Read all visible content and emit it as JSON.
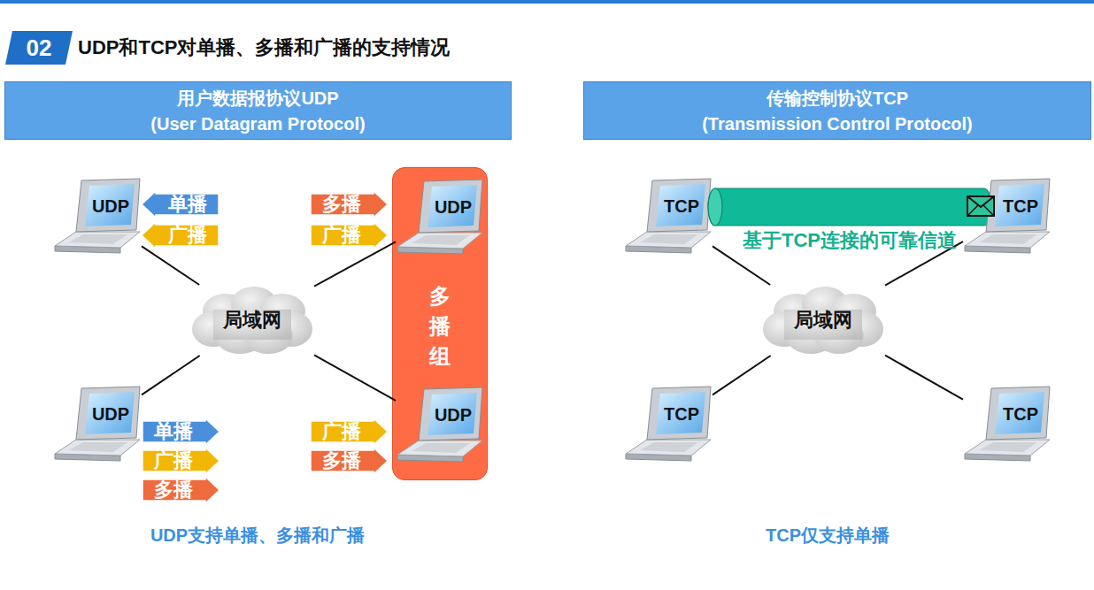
{
  "diagram": {
    "title": "UDP和TCP对单播、多播和广播的支持情况",
    "nodes": [
      {
        "text": [
          "用户数据报协议UDP",
          "(User Datagram Protocol)"
        ]
      },
      {
        "text": [
          "传输控制协议TCP",
          "(Transmission Control Protocol)"
        ]
      },
      {
        "text": [
          "UDP"
        ]
      },
      {
        "text": [
          "单播"
        ]
      },
      {
        "text": [
          "广播"
        ]
      },
      {
        "text": [
          "多播"
        ]
      },
      {
        "text": [
          "广播"
        ]
      },
      {
        "text": [
          "多播组"
        ]
      },
      {
        "text": [
          "UDP"
        ],
        "in": 7
      },
      {
        "text": [
          "TCP"
        ]
      },
      {
        "text": [
          "基于TCP连接的可靠信道"
        ]
      },
      {
        "text": [
          "TCP"
        ]
      },
      {
        "text": [
          "局域网"
        ]
      },
      {
        "text": [
          "局域网"
        ]
      },
      {
        "text": [
          "UDP"
        ]
      },
      {
        "text": [
          "单播"
        ]
      },
      {
        "text": [
          "广播"
        ]
      },
      {
        "text": [
          "多播"
        ]
      },
      {
        "text": [
          "广播"
        ]
      },
      {
        "text": [
          "多播"
        ]
      },
      {
        "text": [
          "UDP"
        ],
        "in": 7
      },
      {
        "text": [
          "TCP"
        ]
      },
      {
        "text": [
          "TCP"
        ]
      }
    ],
    "edges": [
      {
        "from": 2,
        "to": 12,
        "arrow": "none"
      },
      {
        "from": 8,
        "to": 12,
        "arrow": "none"
      },
      {
        "from": 14,
        "to": 12,
        "arrow": "none"
      },
      {
        "from": 20,
        "to": 12,
        "arrow": "none"
      },
      {
        "from": 9,
        "to": 13,
        "arrow": "none"
      },
      {
        "from": 11,
        "to": 13,
        "arrow": "none"
      },
      {
        "from": 21,
        "to": 13,
        "arrow": "none"
      },
      {
        "from": 22,
        "to": 13,
        "arrow": "none"
      }
    ],
    "labels": [
      "02",
      "UDP支持单播、多播和广播",
      "TCP仅支持单播"
    ]
  }
}
